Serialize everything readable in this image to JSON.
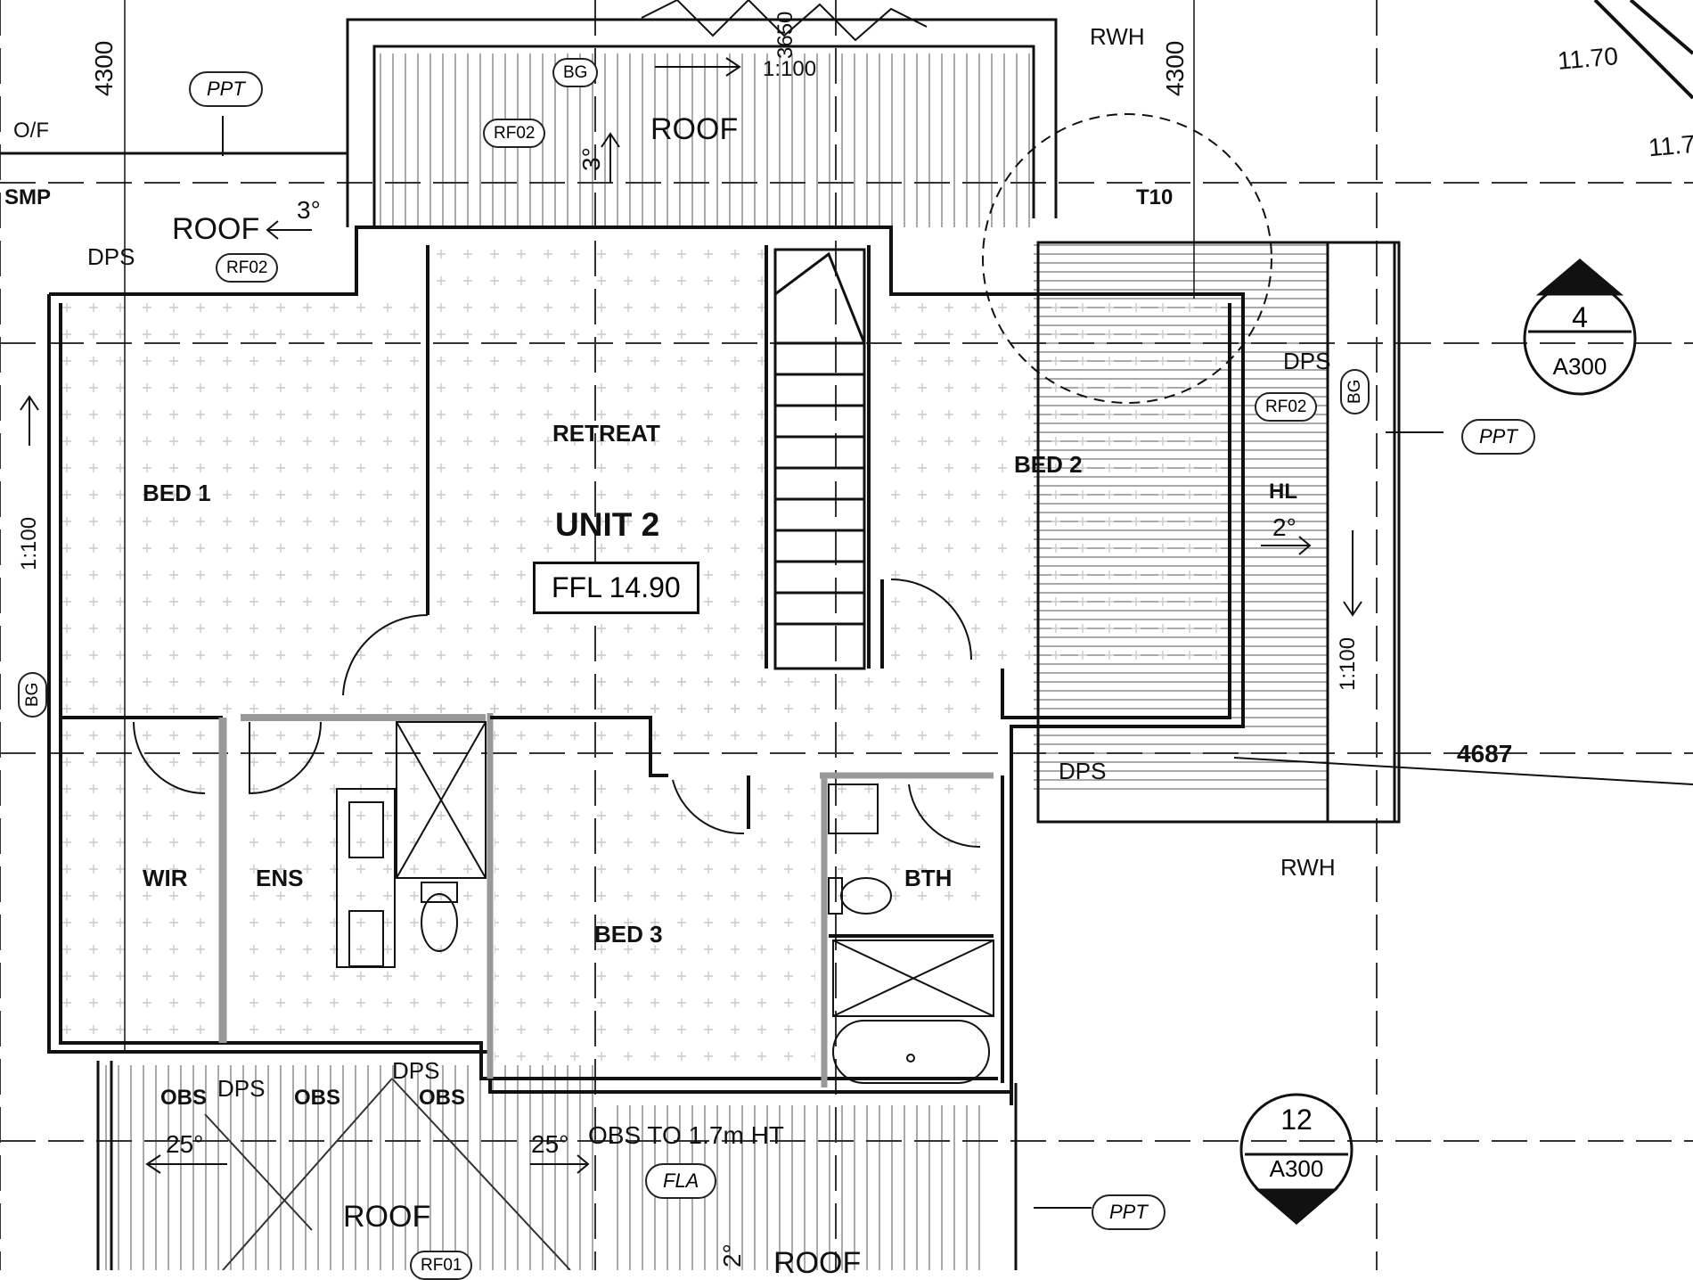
{
  "title": "UNIT 2",
  "ffl": "FFL 14.90",
  "rooms": {
    "retreat": "RETREAT",
    "bed1": "BED 1",
    "bed2": "BED 2",
    "bed3": "BED 3",
    "wir": "WIR",
    "ens": "ENS",
    "bth": "BTH"
  },
  "roof_labels": {
    "top": "ROOF",
    "left": "ROOF",
    "bottom": "ROOF",
    "bottom_right": "ROOF"
  },
  "annotations": {
    "dim_4300_left": "4300",
    "dim_4300_right": "4300",
    "dim_4687": "4687",
    "scale_top": "1:100",
    "scale_left": "1:100",
    "scale_right": "1:100",
    "overlap_3650": "3650",
    "rl_1170_a": "11.70",
    "rl_1170_b": "11.7",
    "of": "O/F",
    "smp": "SMP",
    "t10": "T10",
    "hl": "HL",
    "slope_3_left": "3°",
    "slope_3_top": "3°",
    "slope_2": "2°",
    "slope_2_bottom": "2°",
    "slope_25_left": "25°",
    "slope_25_right": "25°",
    "rwh_top": "RWH",
    "rwh_bottom": "RWH",
    "dps_left": "DPS",
    "dps_right": "DPS",
    "dps_mid": "DPS",
    "dps_bot1": "DPS",
    "dps_bot2": "DPS",
    "obs1": "OBS",
    "obs2": "OBS",
    "obs3": "OBS",
    "obs_note": "OBS TO 1.7m HT"
  },
  "tags": {
    "ppt1": "PPT",
    "ppt2": "PPT",
    "ppt3": "PPT",
    "bg_top": "BG",
    "bg_left": "BG",
    "bg_right": "BG",
    "rf02_a": "RF02",
    "rf02_b": "RF02",
    "rf02_c": "RF02",
    "rf01": "RF01",
    "fla": "FLA"
  },
  "section_markers": [
    {
      "number": "4",
      "sheet": "A300"
    },
    {
      "number": "12",
      "sheet": "A300"
    }
  ]
}
